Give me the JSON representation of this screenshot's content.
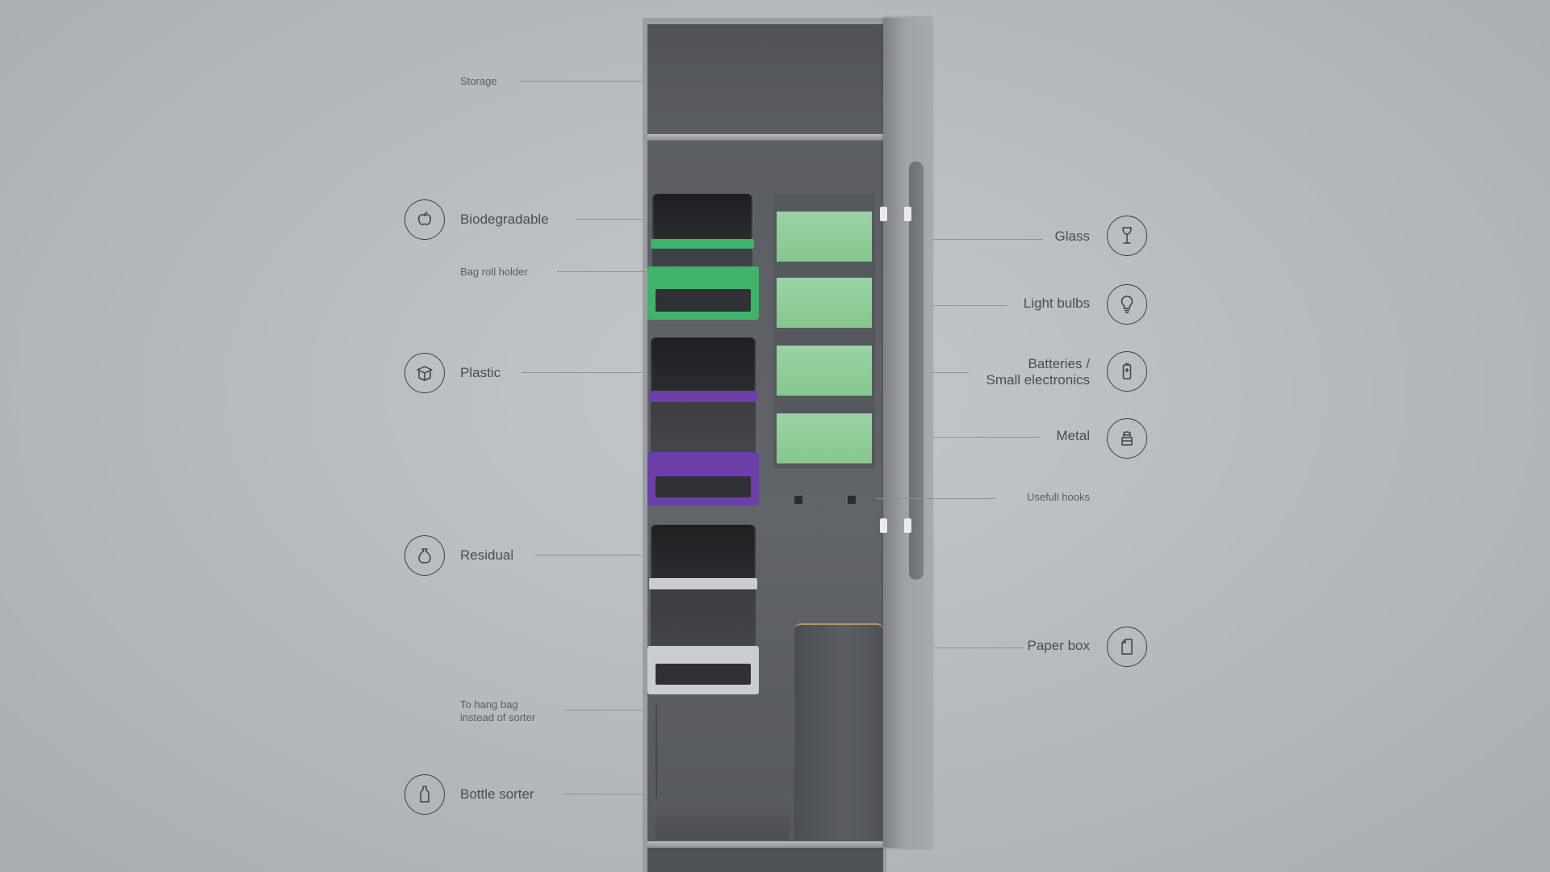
{
  "left_labels": {
    "storage": "Storage",
    "biodegradable": "Biodegradable",
    "bag_roll_holder": "Bag roll holder",
    "plastic": "Plastic",
    "residual": "Residual",
    "hang_bag_line1": "To hang bag",
    "hang_bag_line2": "instead of sorter",
    "bottle_sorter": "Bottle sorter"
  },
  "right_labels": {
    "glass": "Glass",
    "light_bulbs": "Light bulbs",
    "batteries_line1": "Batteries /",
    "batteries_line2": "Small electronics",
    "metal": "Metal",
    "usefull_hooks": "Usefull hooks",
    "paper_box": "Paper box"
  },
  "icons": {
    "biodegradable": "apple-icon",
    "plastic": "box-icon",
    "residual": "bag-icon",
    "bottle_sorter": "bottle-icon",
    "glass": "wine-glass-icon",
    "light_bulbs": "lightbulb-icon",
    "batteries": "battery-icon",
    "metal": "can-icon",
    "paper_box": "paper-icon"
  },
  "colors": {
    "biodegradable_band": "#3fb36a",
    "plastic_band": "#6b3ea8",
    "residual_band": "#c9ccd0",
    "glass_tray": "#8fcd98",
    "background": "#bcc0c3",
    "cabinet_inner": "#5e6165"
  }
}
